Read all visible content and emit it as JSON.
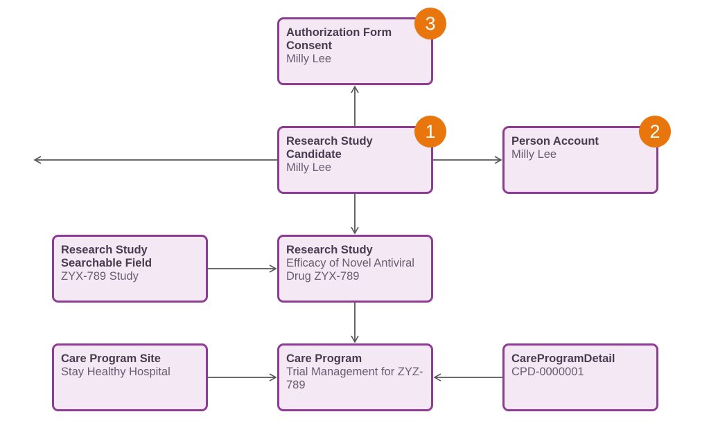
{
  "colors": {
    "node_fill": "#f3e8f4",
    "node_border": "#8e3b94",
    "badge": "#e8760d",
    "connector": "#555555"
  },
  "nodes": {
    "authorization_form_consent": {
      "title": "Authorization Form Consent",
      "subtitle": "Milly Lee",
      "badge": "3"
    },
    "research_study_candidate": {
      "title": "Research Study Candidate",
      "subtitle": "Milly Lee",
      "badge": "1"
    },
    "person_account": {
      "title": "Person Account",
      "subtitle": "Milly Lee",
      "badge": "2"
    },
    "research_study_searchable_field": {
      "title": "Research Study Searchable Field",
      "subtitle": "ZYX-789 Study"
    },
    "research_study": {
      "title": "Research Study",
      "subtitle": "Efficacy of Novel Antiviral Drug ZYX-789"
    },
    "care_program_site": {
      "title": "Care Program Site",
      "subtitle": "Stay Healthy Hospital"
    },
    "care_program": {
      "title": "Care Program",
      "subtitle": "Trial Management for ZYZ-789"
    },
    "care_program_detail": {
      "title": "CareProgramDetail",
      "subtitle": "CPD-0000001"
    }
  }
}
